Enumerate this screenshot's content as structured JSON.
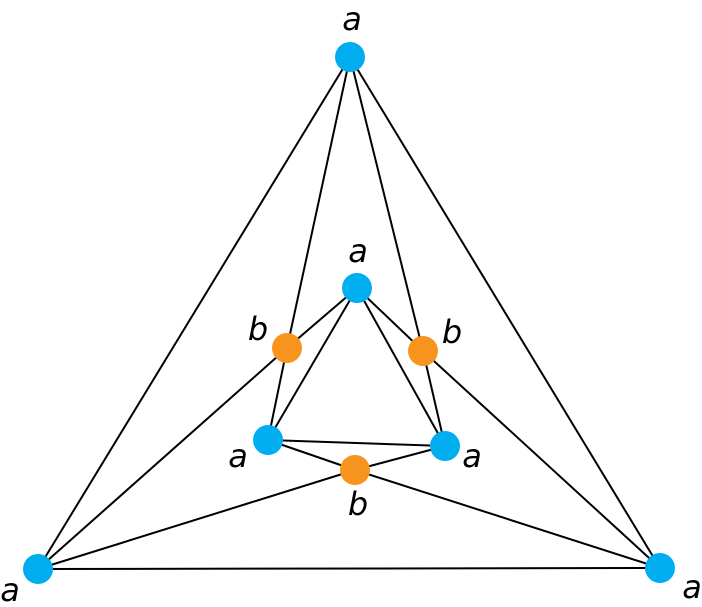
{
  "colors": {
    "type_a": "#00AEEF",
    "type_b": "#F7941D",
    "edge": "#000000",
    "background": "#FFFFFF"
  },
  "vertices": [
    {
      "id": "v-outer-top",
      "type": "a",
      "label": "a"
    },
    {
      "id": "v-outer-left",
      "type": "a",
      "label": "a"
    },
    {
      "id": "v-outer-right",
      "type": "a",
      "label": "a"
    },
    {
      "id": "v-inner-top",
      "type": "a",
      "label": "a"
    },
    {
      "id": "v-inner-left",
      "type": "a",
      "label": "a"
    },
    {
      "id": "v-inner-right",
      "type": "a",
      "label": "a"
    },
    {
      "id": "v-mid-left",
      "type": "b",
      "label": "b"
    },
    {
      "id": "v-mid-right",
      "type": "b",
      "label": "b"
    },
    {
      "id": "v-mid-bottom",
      "type": "b",
      "label": "b"
    }
  ],
  "edges": [
    [
      "v-outer-top",
      "v-outer-left"
    ],
    [
      "v-outer-top",
      "v-outer-right"
    ],
    [
      "v-outer-left",
      "v-outer-right"
    ],
    [
      "v-outer-top",
      "v-mid-left"
    ],
    [
      "v-outer-top",
      "v-mid-right"
    ],
    [
      "v-outer-left",
      "v-mid-left"
    ],
    [
      "v-outer-left",
      "v-mid-bottom"
    ],
    [
      "v-outer-right",
      "v-mid-right"
    ],
    [
      "v-outer-right",
      "v-mid-bottom"
    ],
    [
      "v-inner-top",
      "v-inner-left"
    ],
    [
      "v-inner-top",
      "v-inner-right"
    ],
    [
      "v-inner-left",
      "v-inner-right"
    ],
    [
      "v-inner-top",
      "v-mid-left"
    ],
    [
      "v-inner-top",
      "v-mid-right"
    ],
    [
      "v-inner-left",
      "v-mid-left"
    ],
    [
      "v-inner-left",
      "v-mid-bottom"
    ],
    [
      "v-inner-right",
      "v-mid-right"
    ],
    [
      "v-inner-right",
      "v-mid-bottom"
    ]
  ]
}
